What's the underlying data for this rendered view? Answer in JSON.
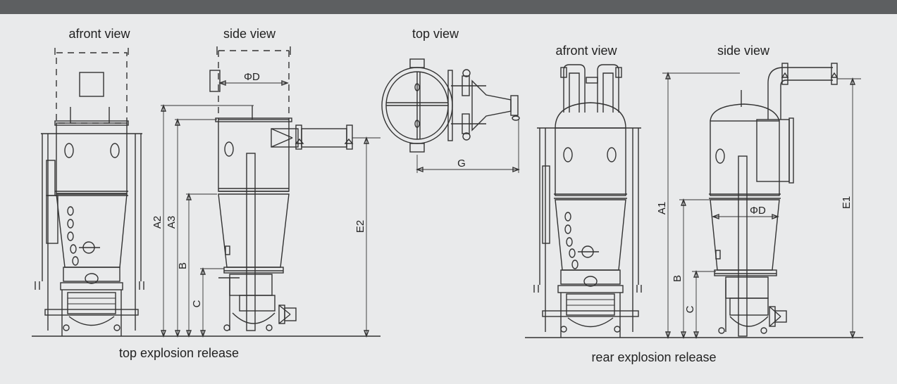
{
  "views": {
    "top_afront": "afront view",
    "top_side": "side view",
    "top_top": "top view",
    "rear_afront": "afront view",
    "rear_side": "side view"
  },
  "captions": {
    "left": "top explosion release",
    "right": "rear explosion release"
  },
  "dimensions": {
    "phiD_1": "ΦD",
    "A2": "A2",
    "A3": "A3",
    "B_1": "B",
    "C_1": "C",
    "E2": "E2",
    "G": "G",
    "A1": "A1",
    "phiD_2": "ΦD",
    "B_2": "B",
    "C_2": "C",
    "E1": "E1"
  },
  "colors": {
    "header_bar": "#5d5f61",
    "background": "#e9eaeb",
    "line": "#333333"
  }
}
